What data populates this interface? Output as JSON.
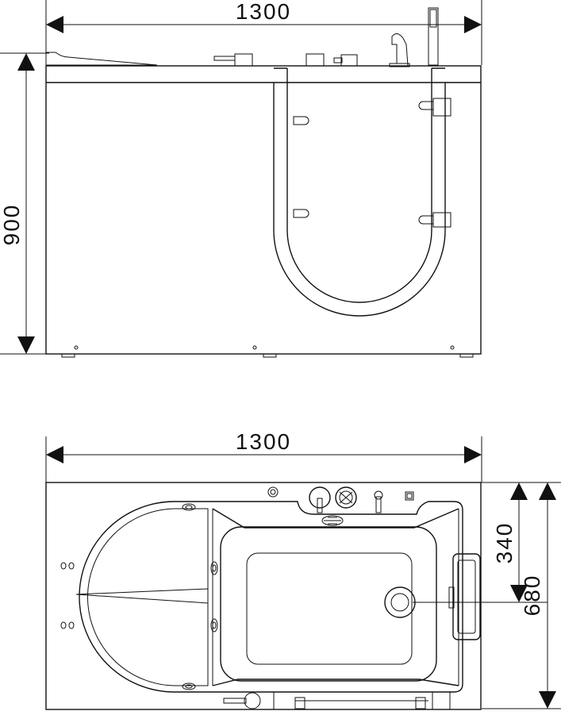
{
  "front_view": {
    "width_label": "1300",
    "height_label": "900"
  },
  "top_view": {
    "width_label": "1300",
    "drain_offset_label": "340",
    "depth_label": "680"
  }
}
